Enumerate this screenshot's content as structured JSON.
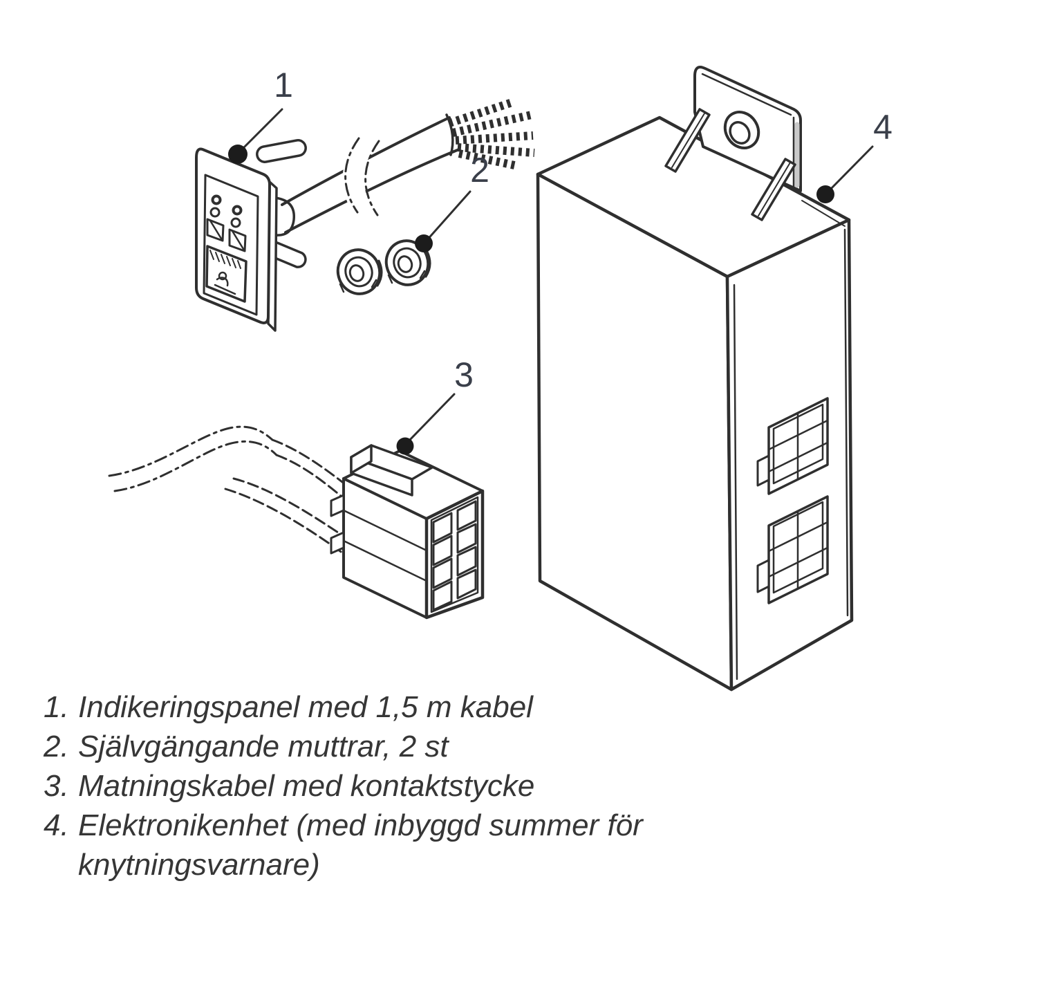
{
  "diagram": {
    "callouts": [
      {
        "number": "1"
      },
      {
        "number": "2"
      },
      {
        "number": "3"
      },
      {
        "number": "4"
      }
    ]
  },
  "legend": {
    "items": [
      {
        "number": "1.",
        "text": "Indikeringspanel med 1,5 m kabel"
      },
      {
        "number": "2.",
        "text": "Självgängande muttrar, 2 st"
      },
      {
        "number": "3.",
        "text": "Matningskabel med kontaktstycke"
      },
      {
        "number": "4.",
        "text": "Elektronikenhet (med inbyggd summer för knytningsvarnare)"
      }
    ]
  },
  "colors": {
    "background": "#ffffff",
    "line": "#2f2f2f",
    "legend_text": "#363636",
    "callout_number": "#3a3f4a",
    "callout_dot": "#1c1c1c"
  }
}
